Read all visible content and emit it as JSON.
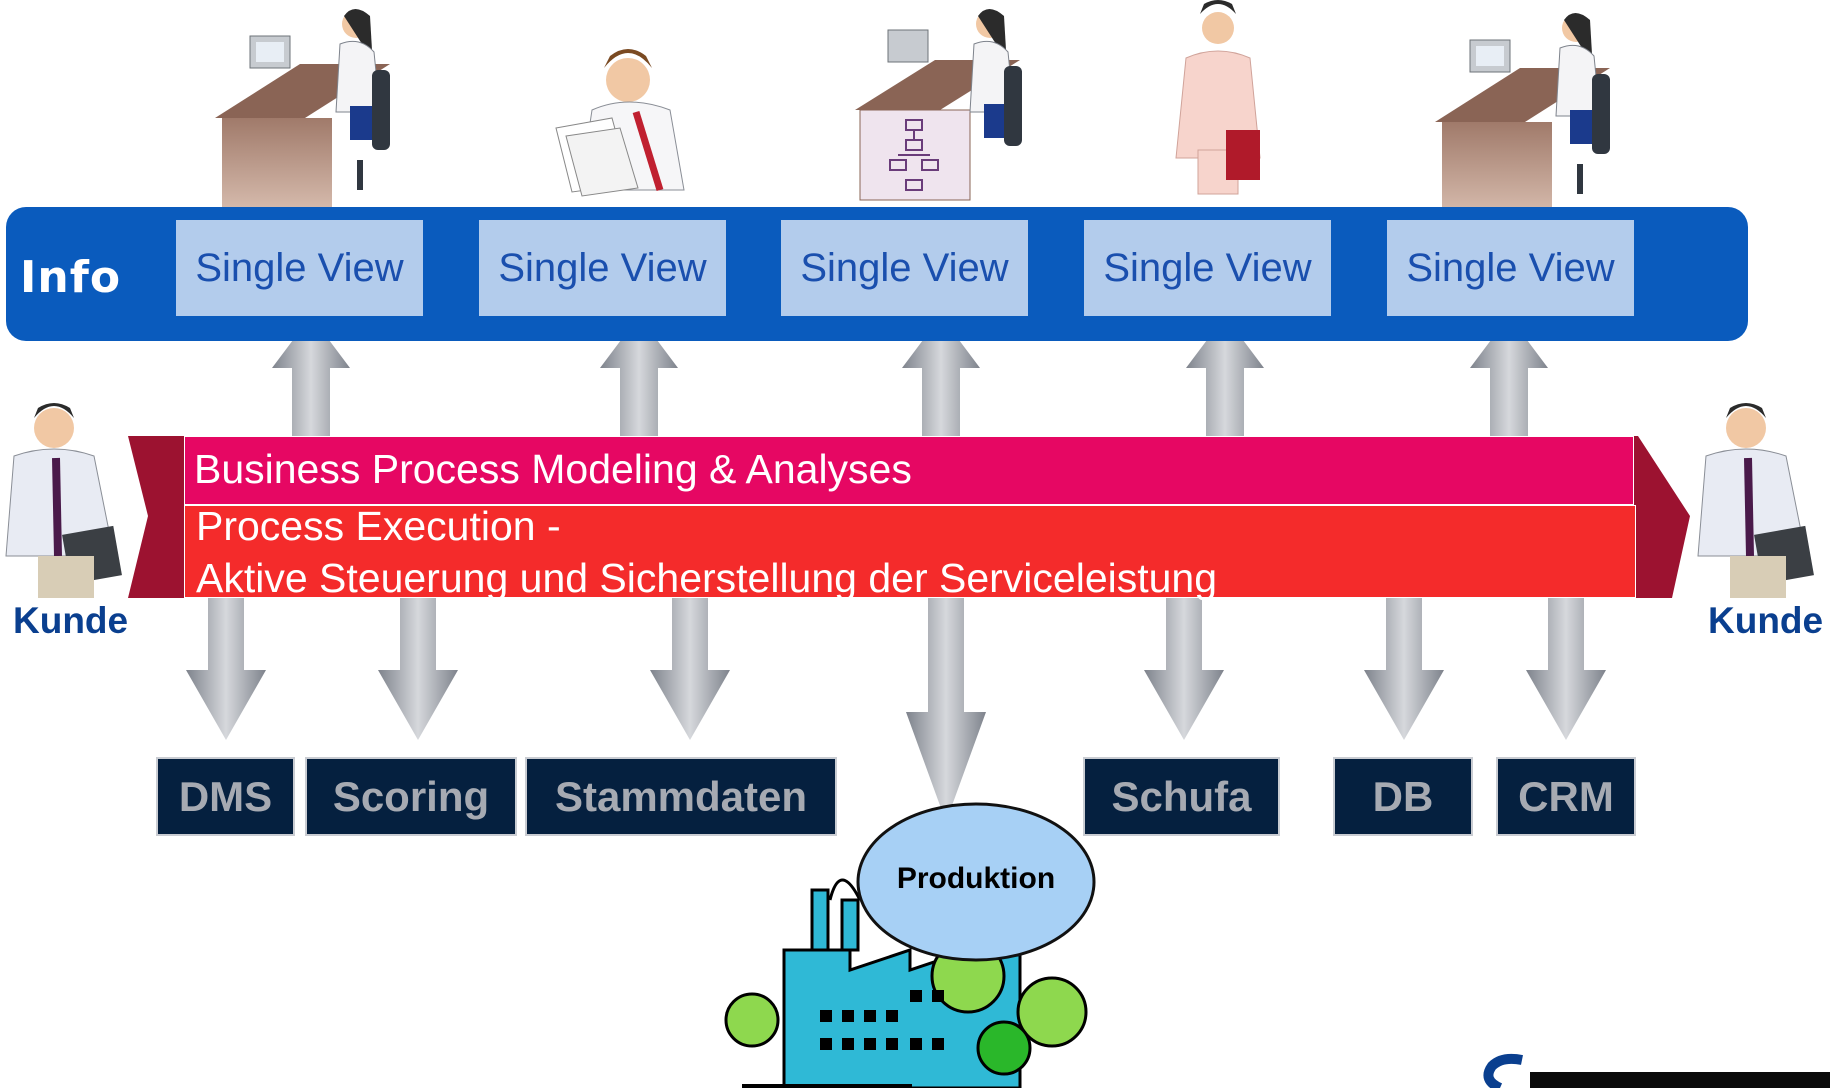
{
  "info": {
    "label": "Info"
  },
  "views": [
    "Single View",
    "Single View",
    "Single View",
    "Single View",
    "Single View"
  ],
  "process": {
    "bpm": "Business Process Modeling & Analyses",
    "exec_line1": "Process Execution -",
    "exec_line2": "Aktive Steuerung und Sicherstellung der Serviceleistung"
  },
  "systems": [
    "DMS",
    "Scoring",
    "Stammdaten",
    "Schufa",
    "DB",
    "CRM"
  ],
  "customer": {
    "left": "Kunde",
    "right": "Kunde"
  },
  "production": {
    "label": "Produktion"
  },
  "colors": {
    "info_bar": "#0a5bbd",
    "view_box": "#b3ccec",
    "bpm": "#e60763",
    "execution": "#f42b2b",
    "system_box": "#05203f",
    "arrow": "#a9adb4",
    "kunde_text": "#0a3f8f"
  }
}
